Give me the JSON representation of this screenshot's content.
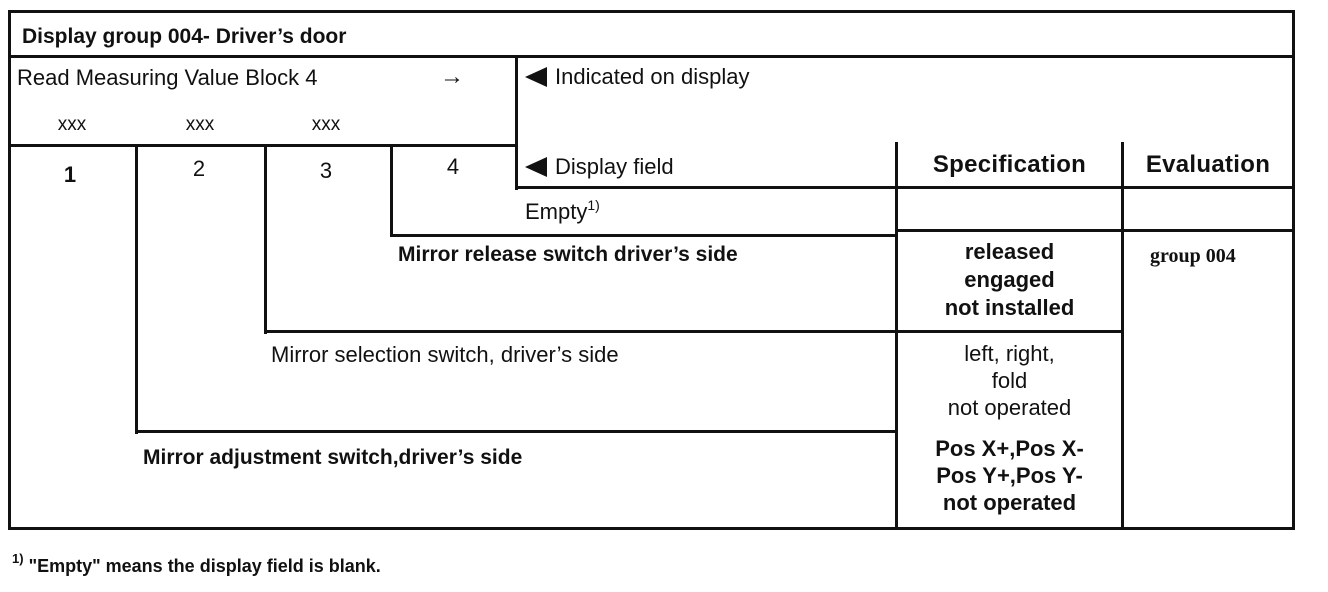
{
  "title": "Display group 004- Driver’s door",
  "read_block": "Read Measuring Value Block 4",
  "arrow": "→",
  "placeholders": [
    "xxx",
    "xxx",
    "xxx"
  ],
  "indicated": "Indicated on display",
  "display_field": "Display field",
  "col_numbers": [
    "1",
    "2",
    "3",
    "4"
  ],
  "headers": {
    "specification": "Specification",
    "evaluation": "Evaluation"
  },
  "rows": {
    "empty": {
      "label": "Empty",
      "footnote_mark": "1)"
    },
    "field3": {
      "label": "Mirror release switch driver’s side",
      "spec": [
        "released",
        "engaged",
        "not installed"
      ]
    },
    "field2": {
      "label": "Mirror selection switch, driver’s side",
      "spec": [
        "left, right,",
        "fold",
        "not operated"
      ]
    },
    "field1": {
      "label": "Mirror adjustment switch,driver’s side",
      "spec": [
        "Pos X+,Pos X-",
        "Pos Y+,Pos Y-",
        "not operated"
      ]
    }
  },
  "evaluation_ref": "group 004",
  "footnote": {
    "mark": "1)",
    "text": "\"Empty\" means the display field is blank."
  }
}
